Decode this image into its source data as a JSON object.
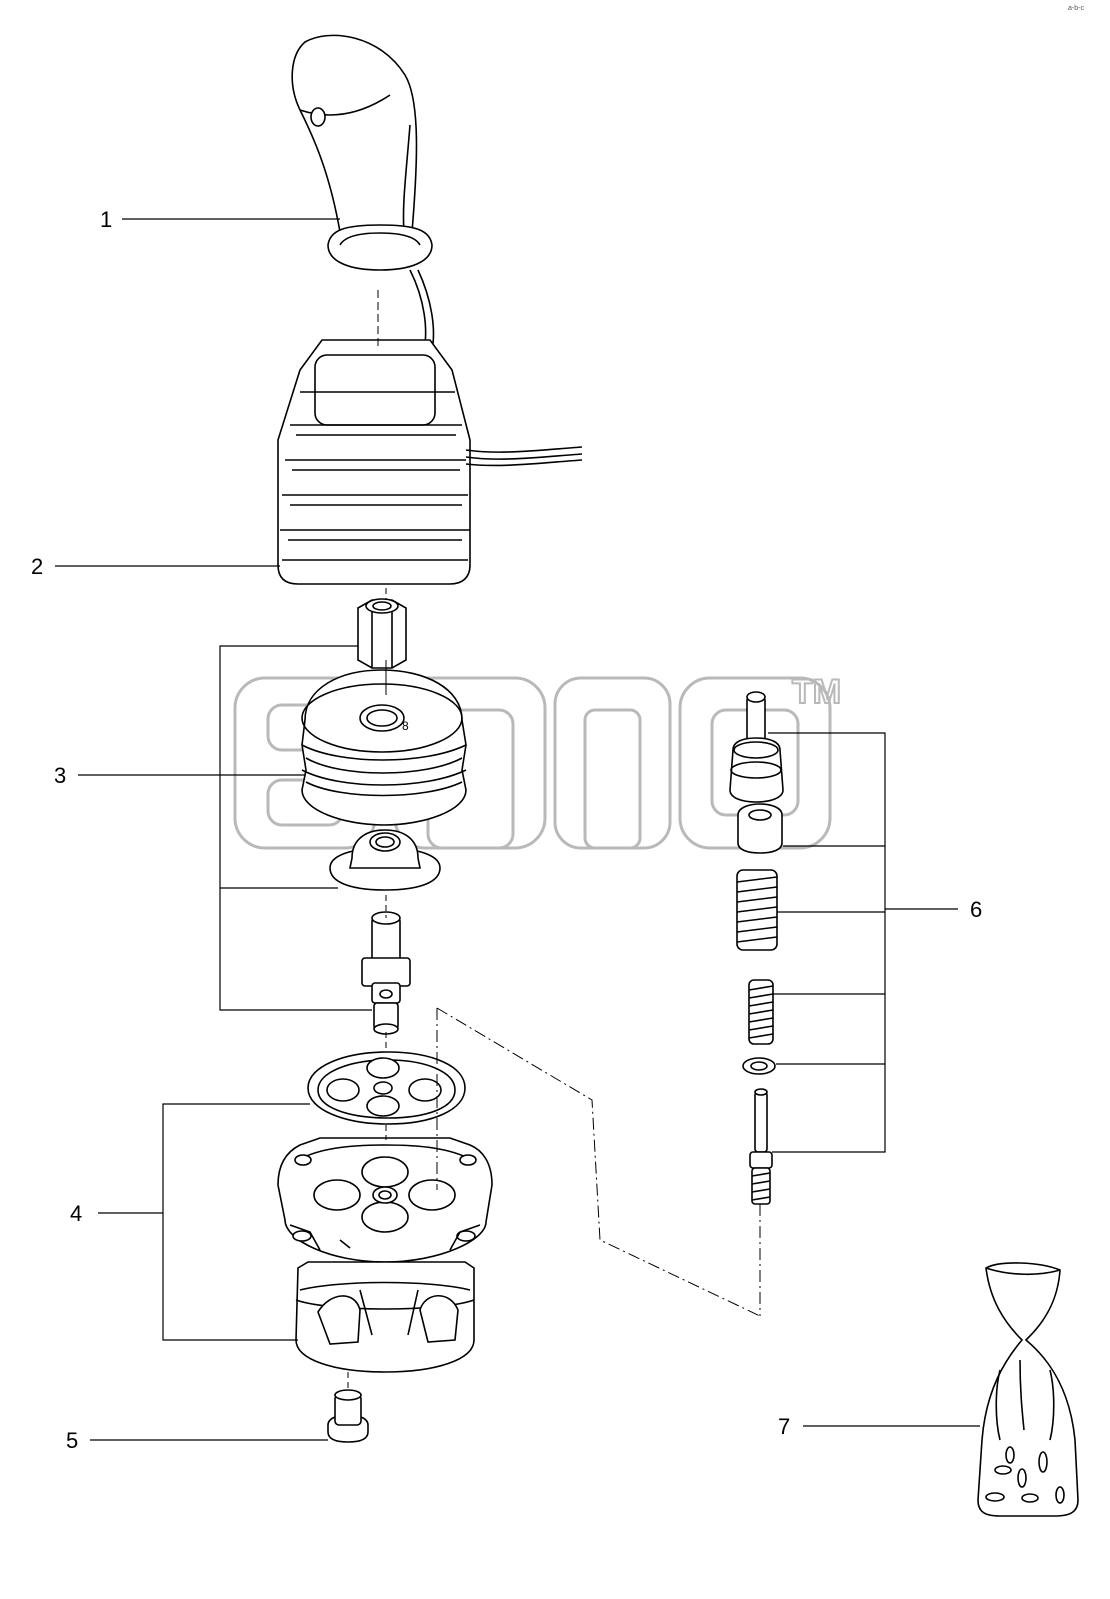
{
  "diagram": {
    "callouts": [
      {
        "id": "1",
        "label": "1"
      },
      {
        "id": "2",
        "label": "2"
      },
      {
        "id": "3",
        "label": "3"
      },
      {
        "id": "4",
        "label": "4"
      },
      {
        "id": "5",
        "label": "5"
      },
      {
        "id": "6",
        "label": "6"
      },
      {
        "id": "7",
        "label": "7"
      }
    ],
    "watermark": {
      "text": "TM"
    },
    "corner_mark": {
      "text": "a-b-c"
    },
    "colors": {
      "line": "#000000",
      "watermark": "#b9b9b9",
      "background": "#ffffff"
    }
  }
}
